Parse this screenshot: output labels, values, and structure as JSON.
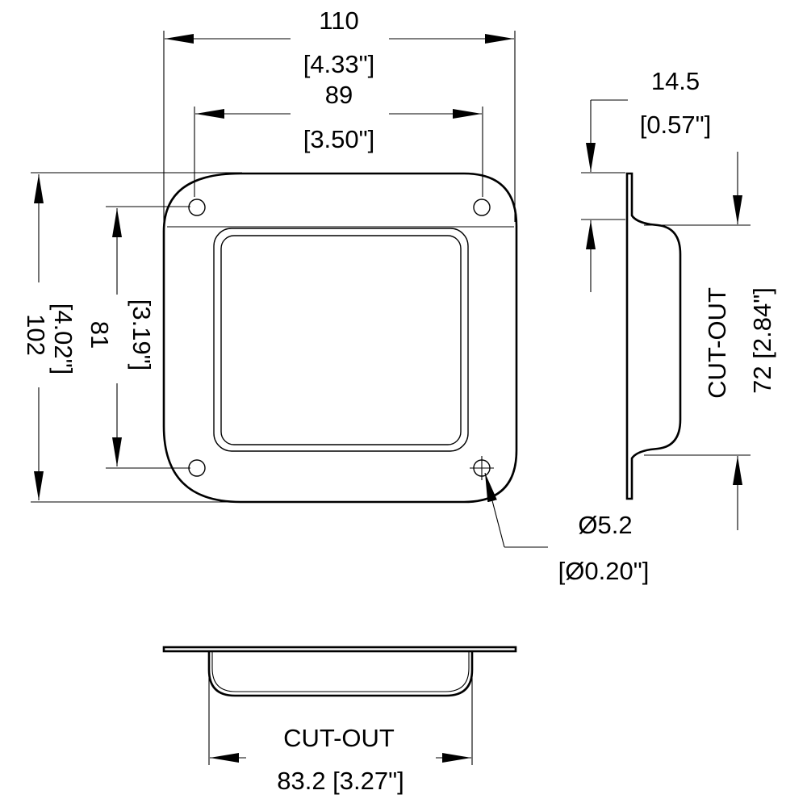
{
  "dimensions": {
    "overall_width": {
      "mm": "110",
      "inch": "[4.33\"]"
    },
    "hole_spacing_x": {
      "mm": "89",
      "inch": "[3.50\"]"
    },
    "overall_height": {
      "mm": "102",
      "inch": "[4.02\"]"
    },
    "hole_spacing_y": {
      "mm": "81",
      "inch": "[3.19\"]"
    },
    "flange_depth": {
      "mm": "14.5",
      "inch": "[0.57\"]"
    },
    "cutout_height": {
      "label": "CUT-OUT",
      "value": "72 [2.84\"]"
    },
    "hole_diameter": {
      "mm": "Ø5.2",
      "inch": "[Ø0.20\"]"
    },
    "cutout_width": {
      "label": "CUT-OUT",
      "value": "83.2 [3.27\"]"
    }
  }
}
